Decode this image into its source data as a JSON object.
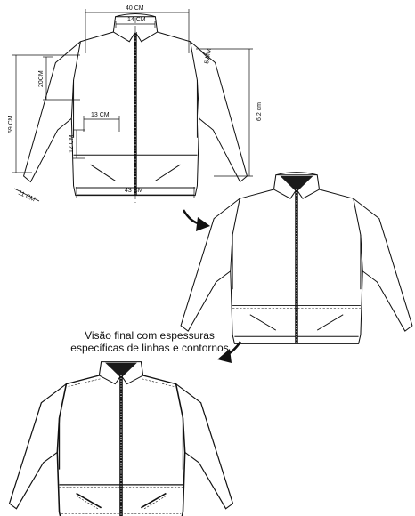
{
  "measurements": {
    "width_top": "40 CM",
    "collar": "14 CM",
    "shoulder_thickness": "5 MM",
    "sleeve_length": "59 CM",
    "armhole": "20CM",
    "body_length": "6.2 cm",
    "pocket_width": "13 CM",
    "pocket_depth": "12 CM",
    "hem_width": "43 CM",
    "cuff": "11 CM"
  },
  "caption": {
    "line1": "Visão final com espessuras",
    "line2": "específicas de linhas e contornos"
  },
  "colors": {
    "ink": "#111111",
    "background": "#ffffff",
    "collar_fill": "#1a1a1a"
  },
  "icons": [
    "curved-arrow-icon",
    "curved-arrow-icon"
  ]
}
